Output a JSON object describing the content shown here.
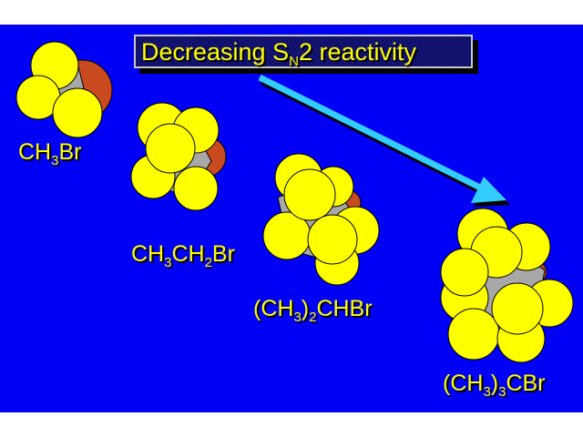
{
  "title": {
    "prefix": "Decreasing S",
    "sub": "N",
    "suffix": "2 reactivity"
  },
  "molecules": [
    {
      "id": "methyl",
      "parts": [
        "CH",
        "3",
        "Br"
      ]
    },
    {
      "id": "ethyl",
      "parts": [
        "CH",
        "3",
        "CH",
        "2",
        "Br"
      ]
    },
    {
      "id": "isopropyl",
      "parts": [
        "(CH",
        "3",
        ")",
        "2",
        "CHBr"
      ]
    },
    {
      "id": "tert-butyl",
      "parts": [
        "(CH",
        "3",
        ")",
        "3",
        "CBr"
      ]
    }
  ],
  "colors": {
    "background": "#0000f5",
    "hydrogen": "#ffff00",
    "carbon": "#a8a8a8",
    "bromine": "#c84a1e",
    "arrow": "#33ccff",
    "text": "#ffff00"
  }
}
